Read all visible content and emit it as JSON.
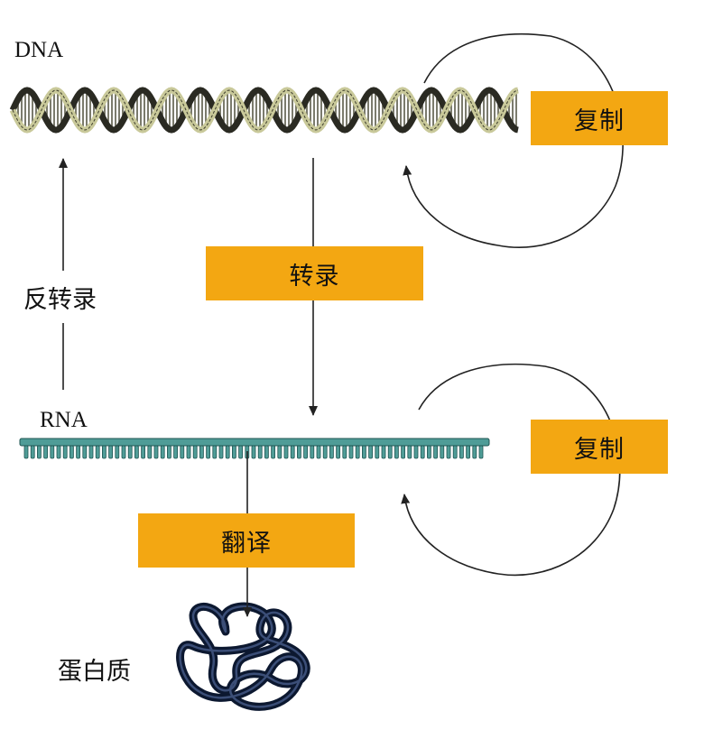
{
  "labels": {
    "dna": "DNA",
    "rna": "RNA",
    "reverse_transcription": "反转录",
    "protein": "蛋白质"
  },
  "processes": {
    "dna_replication": "复制",
    "transcription": "转录",
    "rna_replication": "复制",
    "translation": "翻译"
  },
  "colors": {
    "process_box": "#f3a712",
    "dna_strand": "#c9c99a",
    "dna_backbone": "#2a2a22",
    "rna_strand": "#4f9c97",
    "protein": "#15233f",
    "arrow": "#222222"
  },
  "icons": [
    "dna-double-helix-icon",
    "rna-strand-icon",
    "protein-coil-icon"
  ]
}
